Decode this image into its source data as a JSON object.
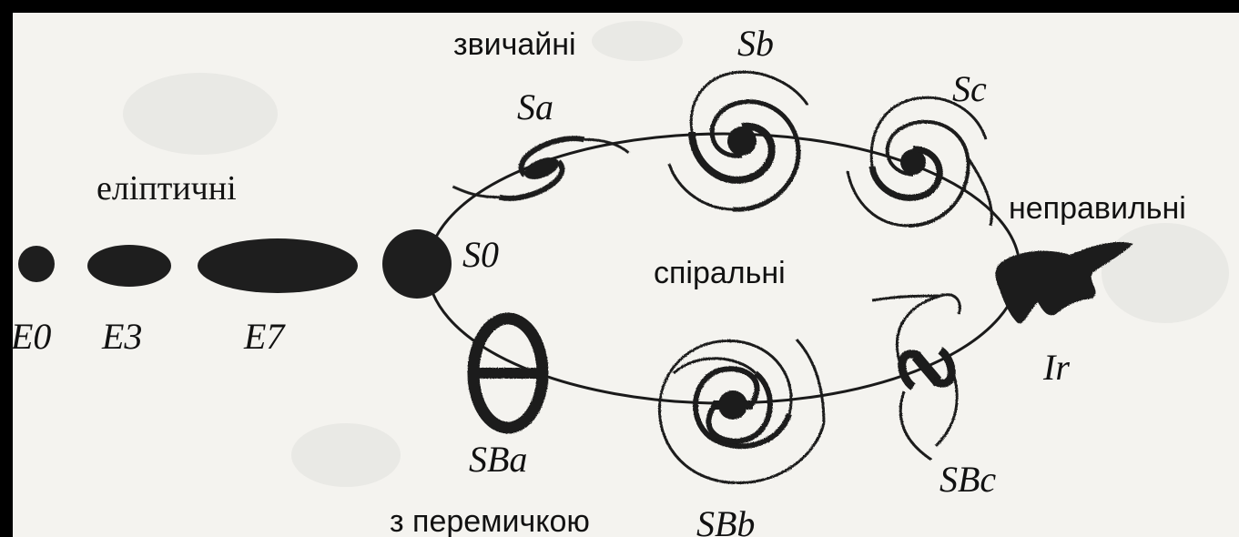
{
  "groups": {
    "normal": "звичайні",
    "elliptical": "еліптичні",
    "irregular": "неправильні",
    "spiral": "спіральні",
    "barred": "з перемичкою"
  },
  "types": {
    "E0": "E0",
    "E3": "E3",
    "E7": "E7",
    "S0": "S0",
    "Sa": "Sa",
    "Sb": "Sb",
    "Sc": "Sc",
    "SBa": "SBa",
    "SBb": "SBb",
    "SBc": "SBc",
    "Ir": "Ir"
  },
  "colors": {
    "ink": "#1a1a1a",
    "paper": "#f4f3ef",
    "frame": "#000000"
  }
}
